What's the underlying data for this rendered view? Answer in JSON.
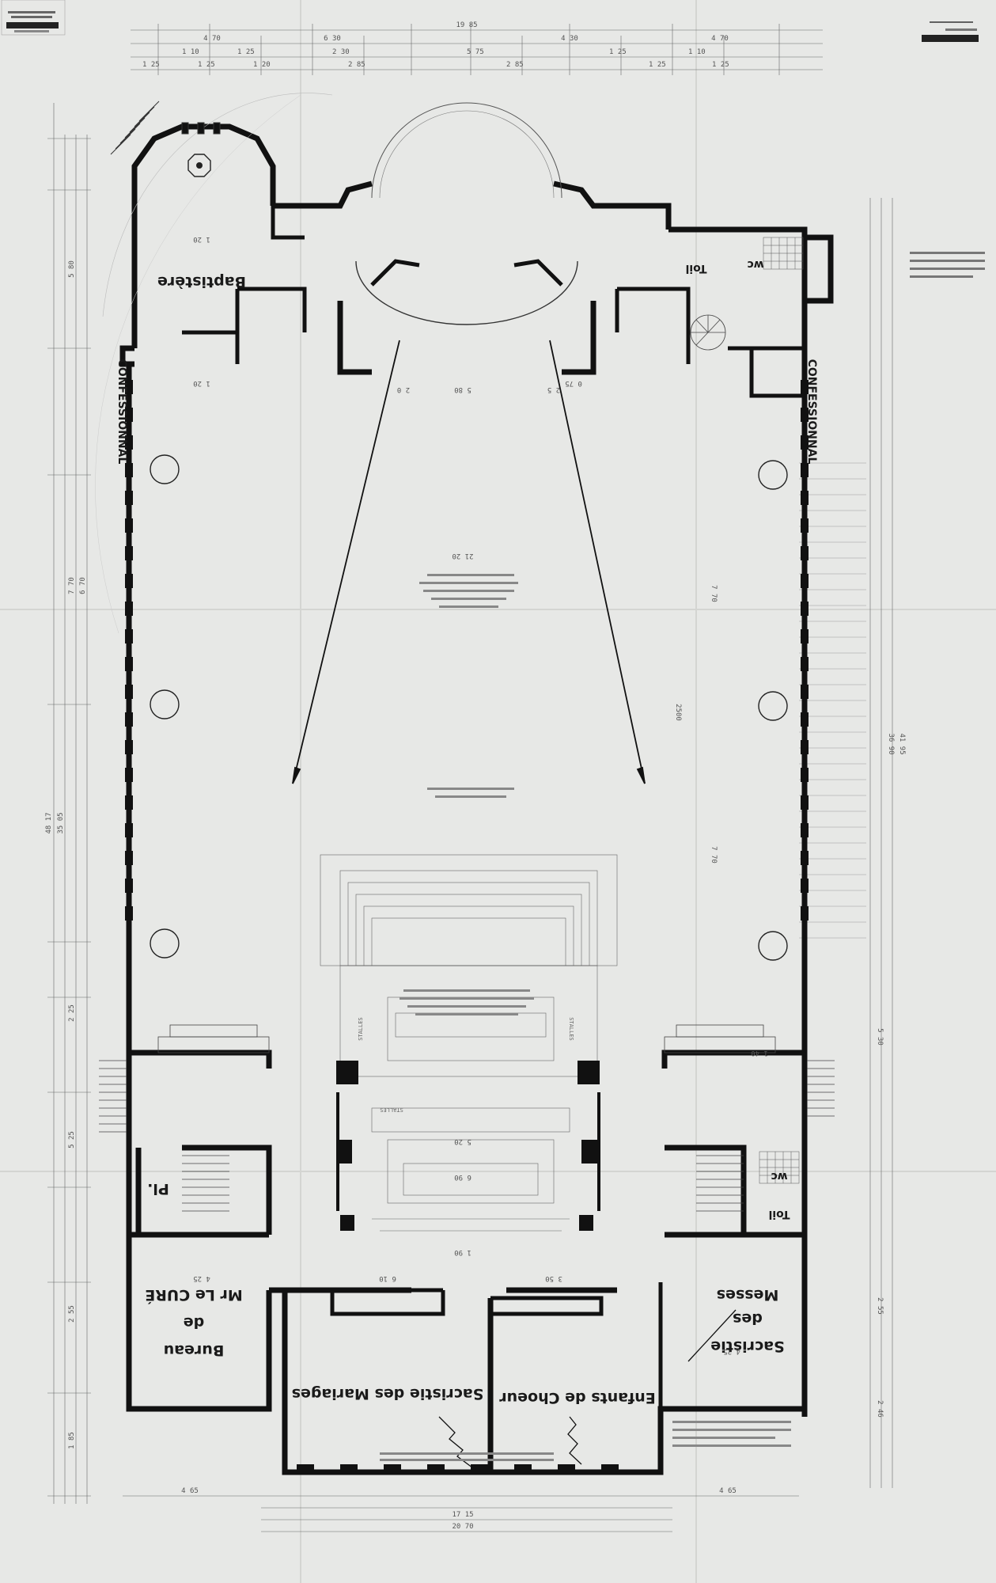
{
  "drawing": {
    "rooms": {
      "baptistere": "Baptistère",
      "confessionnal_left": "CONFESSIONNAL",
      "confessionnal_right": "CONFESSIONNAL",
      "wc_top": "wc",
      "toil_top": "Toil",
      "wc_bottom": "wc",
      "toil_bottom": "Toil",
      "pl": "Pl.",
      "bureau_line1": "Bureau",
      "bureau_line2": "de",
      "bureau_line3": "Mr Le CURÉ",
      "sacristie_mariages": "Sacristie des Mariages",
      "enfants_choeur": "Enfants de Choeur",
      "sacristie_line1": "Sacristie",
      "sacristie_line2": "des",
      "sacristie_line3": "Messes",
      "stalles_left": "STALLES",
      "stalles_right": "STALLES",
      "stalles_center": "STALLES"
    },
    "dimensions": {
      "top_total": "19 85",
      "bottom_total_1": "17 15",
      "bottom_total_2": "20 70",
      "left_total_1": "48 17",
      "left_total_2": "35 05",
      "right_total_1": "36 90",
      "right_total_2": "41 95",
      "nave_width": "21 20",
      "nave_length": "2500",
      "d_470": "4 70",
      "d_230": "2 30",
      "d_255": "2 55",
      "d_425": "4 25",
      "d_610": "6 10",
      "d_350": "3 50",
      "d_425b": "4 25"
    }
  }
}
